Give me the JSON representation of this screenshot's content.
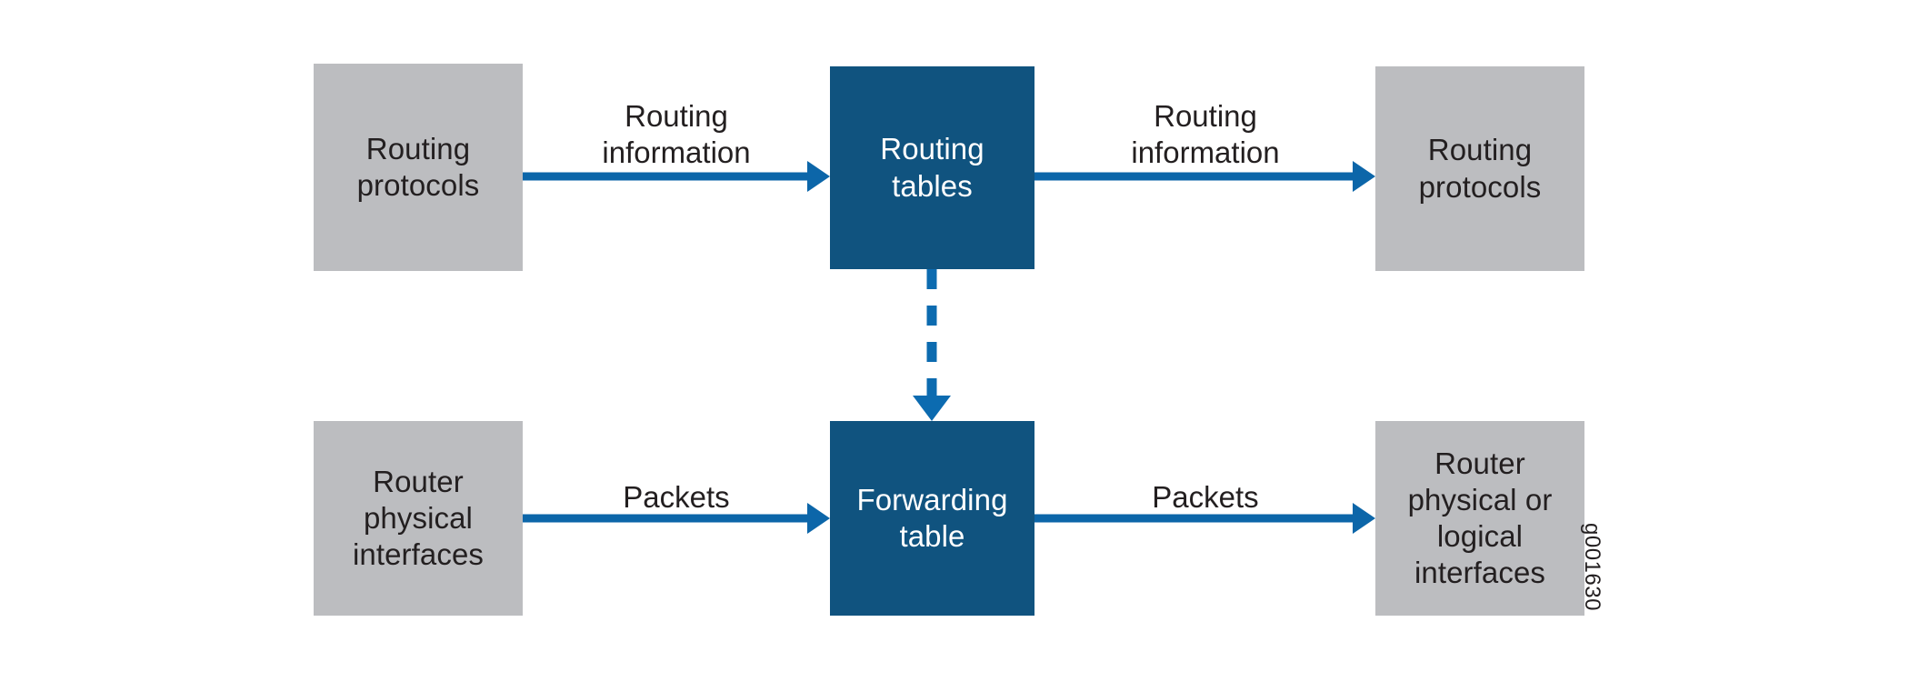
{
  "figure": {
    "id_label": "g001630",
    "colors": {
      "box_gray": "#bcbdc0",
      "box_blue": "#10537f",
      "arrow_solid": "#0c66a9",
      "arrow_dashed": "#0c6bb0",
      "text_dark": "#231f20",
      "text_light": "#ffffff",
      "background": "#ffffff"
    }
  },
  "nodes": {
    "routing_protocols_source": "Routing\nprotocols",
    "routing_tables": "Routing\ntables",
    "routing_protocols_target": "Routing\nprotocols",
    "router_physical_interfaces": "Router\nphysical\ninterfaces",
    "forwarding_table": "Forwarding\ntable",
    "router_physical_or_logical_interfaces": "Router\nphysical or\nlogical\ninterfaces"
  },
  "arrow_labels": {
    "routing_information_in": "Routing\ninformation",
    "routing_information_out": "Routing\ninformation",
    "packets_in": "Packets",
    "packets_out": "Packets"
  }
}
